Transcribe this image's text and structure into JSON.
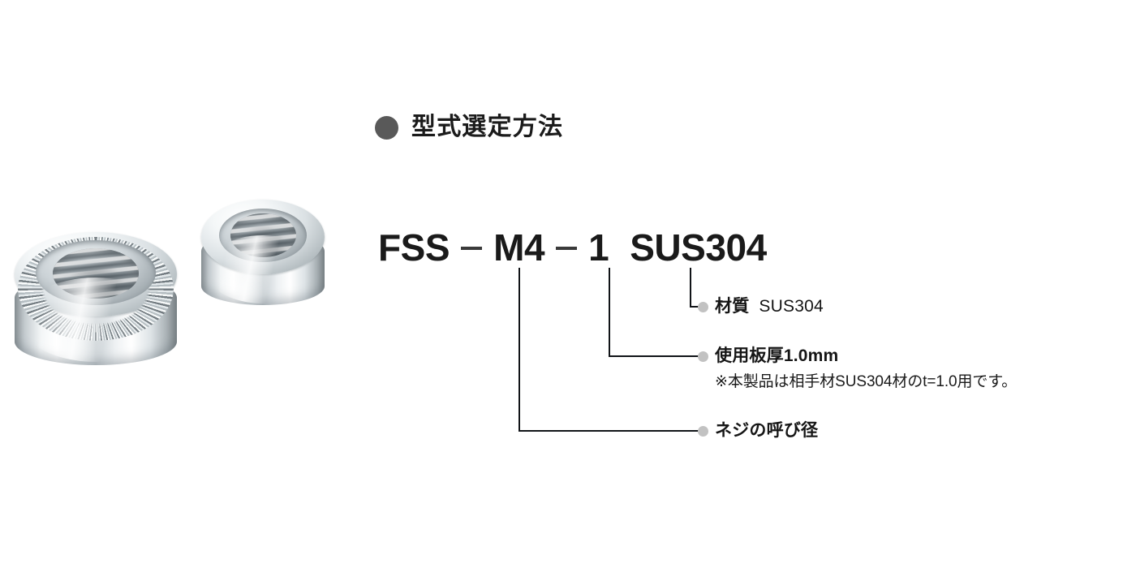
{
  "heading": {
    "bullet_icon": "filled-circle-bullet",
    "text": "型式選定方法",
    "bullet_color": "#595959"
  },
  "model_number": {
    "full": "FSS－M4－1 SUS304",
    "segments": [
      {
        "type": "text",
        "value": "FSS"
      },
      {
        "type": "dash",
        "value": "－"
      },
      {
        "type": "text",
        "value": "M4"
      },
      {
        "type": "dash",
        "value": "－"
      },
      {
        "type": "text",
        "value": "1"
      },
      {
        "type": "text",
        "value": "SUS304"
      }
    ]
  },
  "callouts": [
    {
      "id": "material",
      "label": "材質",
      "value": "SUS304",
      "note": "",
      "dot_color": "#c2c2c2",
      "source_segment": "SUS304"
    },
    {
      "id": "plate-thickness",
      "label": "使用板厚1.0mm",
      "value": "",
      "note": "※本製品は相手材SUS304材のt=1.0用です。",
      "dot_color": "#c2c2c2",
      "source_segment": "1"
    },
    {
      "id": "thread-diameter",
      "label": "ネジの呼び径",
      "value": "",
      "note": "",
      "dot_color": "#c2c2c2",
      "source_segment": "M4"
    }
  ],
  "photo": {
    "alt": "self-clinching-nuts-photo",
    "items": [
      {
        "name": "nut-front-knurled"
      },
      {
        "name": "nut-rear"
      }
    ]
  },
  "colors": {
    "text": "#1a1a1a",
    "leader_line": "#111418",
    "dot": "#c2c2c2",
    "heading_bullet": "#595959",
    "background": "#ffffff"
  }
}
